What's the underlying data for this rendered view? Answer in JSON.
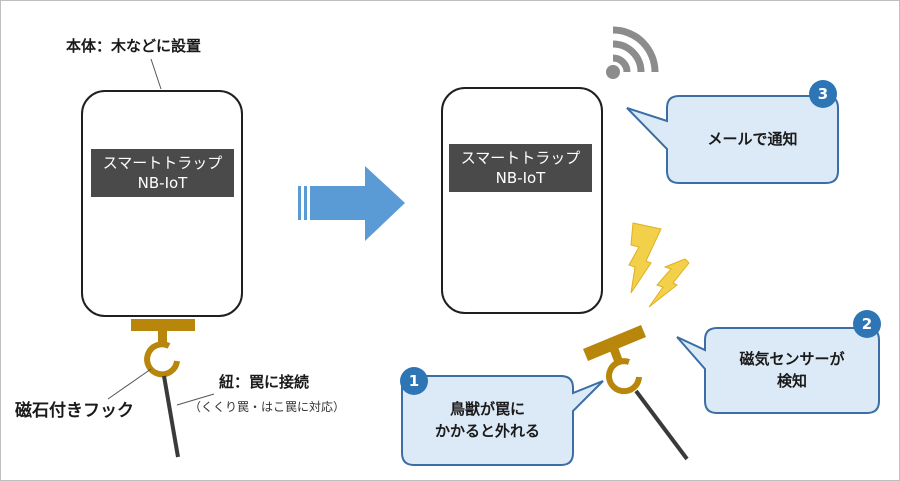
{
  "left_device": {
    "caption": "本体：木などに設置",
    "label_line1": "スマートトラップ",
    "label_line2": "NB-IoT",
    "hook_label": "磁石付きフック",
    "string_label": "紐：罠に接続",
    "string_note": "（くくり罠・はこ罠に対応）"
  },
  "right_device": {
    "label_line1": "スマートトラップ",
    "label_line2": "NB-IoT"
  },
  "steps": [
    {
      "number": "1",
      "line1": "鳥獣が罠に",
      "line2": "かかると外れる"
    },
    {
      "number": "2",
      "line1": "磁気センサーが",
      "line2": "検知"
    },
    {
      "number": "3",
      "line1": "メールで通知",
      "line2": ""
    }
  ],
  "icons": [
    "wifi-icon",
    "lightning-icon",
    "arrow-right-icon"
  ],
  "colors": {
    "bubble_fill": "#dce9f6",
    "bubble_stroke": "#3a6ea5",
    "badge": "#2e75b6",
    "arrow": "#5b9bd5",
    "hook": "#b8860b",
    "label_box": "#4a4a4a",
    "lightning": "#f2d04a",
    "wifi": "#8c8c8c"
  }
}
